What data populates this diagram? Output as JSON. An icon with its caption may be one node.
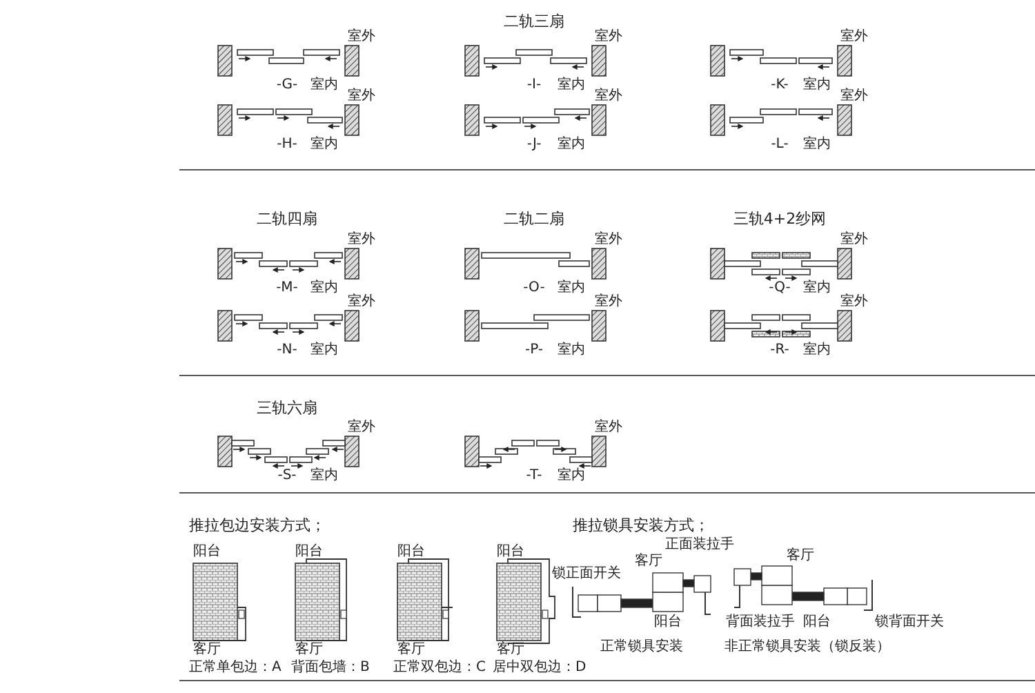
{
  "diagram": {
    "labels": [
      "二轨三扇",
      "室外",
      "-G-",
      "室内",
      "室外",
      "-I-",
      "室内",
      "室外",
      "-K-",
      "室内",
      "室外",
      "-H-",
      "室内",
      "室外",
      "-J-",
      "室内",
      "室外",
      "-L-",
      "室内",
      "二轨四扇",
      "二轨二扇",
      "三轨4+2纱网",
      "室外",
      "-M-",
      "室内",
      "室外",
      "-O-",
      "室内",
      "室外",
      "-Q-",
      "室内",
      "室外",
      "-N-",
      "室内",
      "室外",
      "-P-",
      "室内",
      "室外",
      "-R-",
      "室内",
      "三轨六扇",
      "室外",
      "-S-",
      "室内",
      "室外",
      "-T-",
      "室内",
      "推拉包边安装方式；",
      "推拉锁具安装方式；",
      "阳台",
      "客厅",
      "正常单包边：A",
      "阳台",
      "客厅",
      "背面包墙：B",
      "阳台",
      "客厅",
      "正常双包边：C",
      "阳台",
      "客厅",
      "居中双包边：D",
      "锁正面开关",
      "客厅",
      "正面装拉手",
      "阳台",
      "正常锁具安装",
      "客厅",
      "背面装拉手",
      "阳台",
      "锁背面开关",
      "非正常锁具安装（锁反装）"
    ]
  }
}
